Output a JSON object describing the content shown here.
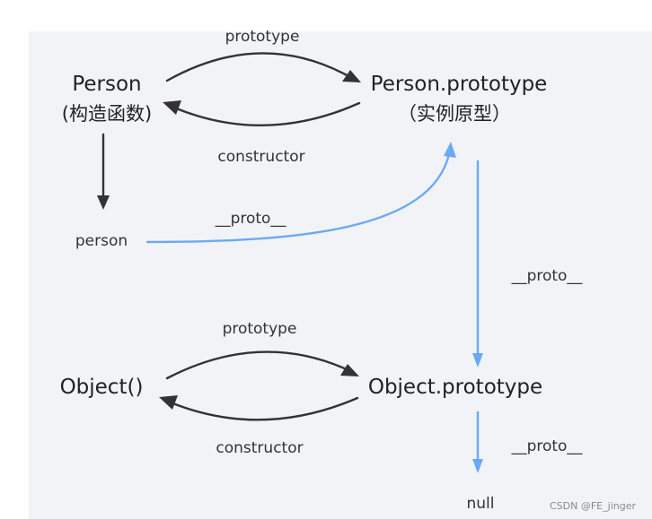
{
  "nodes": {
    "person_ctor": "Person",
    "person_ctor_sub": "(构造函数)",
    "person_proto": "Person.prototype",
    "person_proto_sub": "（实例原型）",
    "person_instance": "person",
    "object_ctor": "Object()",
    "object_proto": "Object.prototype",
    "null_node": "null"
  },
  "edges": {
    "prototype_top": "prototype",
    "constructor_top": "constructor",
    "proto_person": "__proto__",
    "proto_right": "__proto__",
    "prototype_bottom": "prototype",
    "constructor_bottom": "constructor",
    "proto_bottom": "__proto__"
  },
  "watermark": "CSDN @FE_jinger",
  "colors": {
    "background": "#f2f3f6",
    "dark_arrow": "#333333",
    "blue_arrow": "#6aa9f5"
  }
}
